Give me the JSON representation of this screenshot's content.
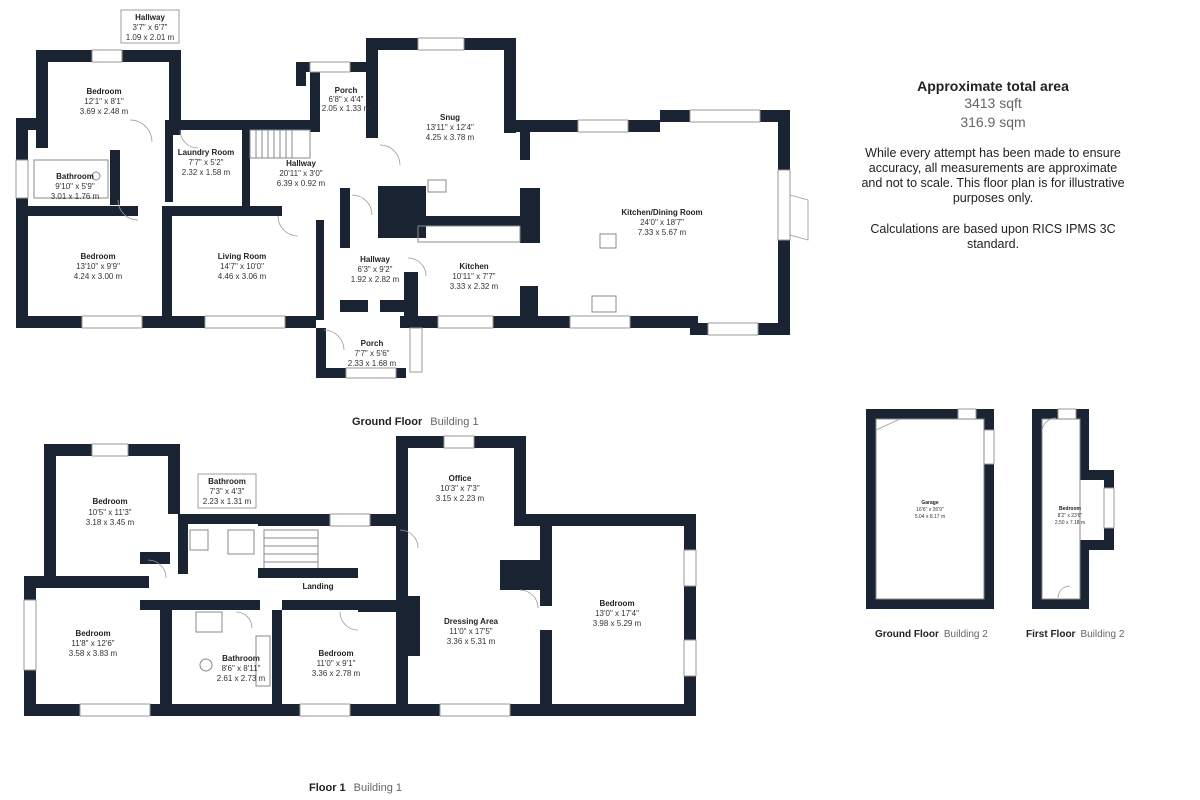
{
  "summary": {
    "title": "Approximate total area",
    "area_sqft": "3413 sqft",
    "area_sqm": "316.9 sqm",
    "disclaimer": "While every attempt has been made to ensure accuracy, all measurements are approximate and not to scale. This floor plan is for illustrative purposes only.",
    "calculations": "Calculations are based upon RICS IPMS 3C standard."
  },
  "floors": {
    "ground_b1": {
      "name": "Ground Floor",
      "building": "Building 1"
    },
    "floor1_b1": {
      "name": "Floor 1",
      "building": "Building 1"
    },
    "ground_b2": {
      "name": "Ground Floor",
      "building": "Building 2"
    },
    "first_b2": {
      "name": "First Floor",
      "building": "Building 2"
    }
  },
  "rooms": {
    "hallway_top": {
      "name": "Hallway",
      "imperial": "3'7\" x 6'7\"",
      "metric": "1.09 x 2.01 m"
    },
    "bedroom_gf": {
      "name": "Bedroom",
      "imperial": "12'1\" x 8'1\"",
      "metric": "3.69 x 2.48 m"
    },
    "porch_top": {
      "name": "Porch",
      "imperial": "6'8\" x 4'4\"",
      "metric": "2.05 x 1.33 m"
    },
    "snug": {
      "name": "Snug",
      "imperial": "13'11\" x 12'4\"",
      "metric": "4.25 x 3.78 m"
    },
    "laundry": {
      "name": "Laundry Room",
      "imperial": "7'7\" x 5'2\"",
      "metric": "2.32 x 1.58 m"
    },
    "hallway_mid": {
      "name": "Hallway",
      "imperial": "20'11\" x 3'0\"",
      "metric": "6.39 x 0.92 m"
    },
    "bathroom_gf": {
      "name": "Bathroom",
      "imperial": "9'10\" x 5'9\"",
      "metric": "3.01 x 1.76 m"
    },
    "kitchen_dining": {
      "name": "Kitchen/Dining Room",
      "imperial": "24'0\" x 18'7\"",
      "metric": "7.33 x 5.67 m"
    },
    "bedroom_gf2": {
      "name": "Bedroom",
      "imperial": "13'10\" x 9'9\"",
      "metric": "4.24 x 3.00 m"
    },
    "living": {
      "name": "Living Room",
      "imperial": "14'7\" x 10'0\"",
      "metric": "4.46 x 3.06 m"
    },
    "hallway_low": {
      "name": "Hallway",
      "imperial": "6'3\" x 9'2\"",
      "metric": "1.92 x 2.82 m"
    },
    "kitchen": {
      "name": "Kitchen",
      "imperial": "10'11\" x 7'7\"",
      "metric": "3.33 x 2.32 m"
    },
    "porch_bottom": {
      "name": "Porch",
      "imperial": "7'7\" x 5'6\"",
      "metric": "2.33 x 1.68 m"
    },
    "f1_bedroom_a": {
      "name": "Bedroom",
      "imperial": "10'5\" x 11'3\"",
      "metric": "3.18 x 3.45 m"
    },
    "f1_bathroom_a": {
      "name": "Bathroom",
      "imperial": "7'3\" x 4'3\"",
      "metric": "2.23 x 1.31 m"
    },
    "f1_office": {
      "name": "Office",
      "imperial": "10'3\" x 7'3\"",
      "metric": "3.15 x 2.23 m"
    },
    "f1_landing": {
      "name": "Landing"
    },
    "f1_bedroom_b": {
      "name": "Bedroom",
      "imperial": "13'0\" x 17'4\"",
      "metric": "3.98 x 5.29 m"
    },
    "f1_bedroom_c": {
      "name": "Bedroom",
      "imperial": "11'8\" x 12'6\"",
      "metric": "3.58 x 3.83 m"
    },
    "f1_dressing": {
      "name": "Dressing Area",
      "imperial": "11'0\" x 17'5\"",
      "metric": "3.36 x 5.31 m"
    },
    "f1_bathroom_b": {
      "name": "Bathroom",
      "imperial": "8'6\" x 8'11\"",
      "metric": "2.61 x 2.73 m"
    },
    "f1_bedroom_d": {
      "name": "Bedroom",
      "imperial": "11'0\" x 9'1\"",
      "metric": "3.36 x 2.78 m"
    },
    "garage": {
      "name": "Garage",
      "imperial": "16'6\" x 26'9\"",
      "metric": "5.04 x 8.17 m"
    },
    "b2_bedroom": {
      "name": "Bedroom",
      "imperial": "8'2\" x 23'6\"",
      "metric": "2.50 x 7.18 m"
    }
  }
}
